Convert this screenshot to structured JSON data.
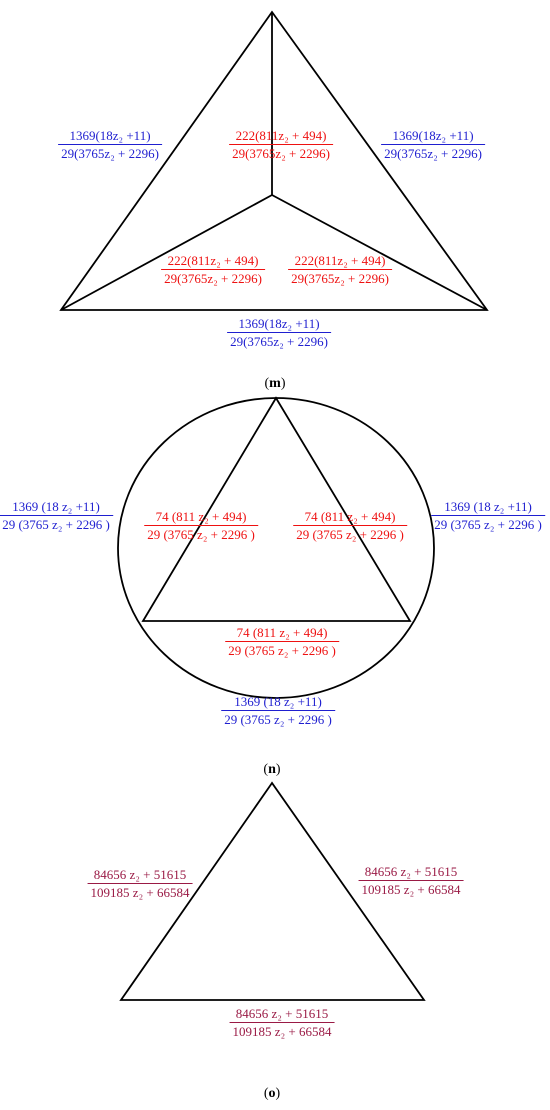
{
  "colors": {
    "blue": "#1f1fd0",
    "red": "#ee1111",
    "plum": "#9a1a45",
    "lines": "#000000"
  },
  "panel_m": {
    "caption": "m",
    "left_edge": {
      "num": "1369(18z₂ +11)",
      "den": "29(3765z₂ + 2296)"
    },
    "right_edge": {
      "num": "1369(18z₂ +11)",
      "den": "29(3765z₂ + 2296)"
    },
    "bottom_edge": {
      "num": "1369(18z₂ +11)",
      "den": "29(3765z₂ + 2296)"
    },
    "inner_top": {
      "num": "222(811z₂ + 494)",
      "den": "29(3765z₂ + 2296)"
    },
    "inner_left": {
      "num": "222(811z₂ + 494)",
      "den": "29(3765z₂ + 2296)"
    },
    "inner_right": {
      "num": "222(811z₂ + 494)",
      "den": "29(3765z₂ + 2296)"
    }
  },
  "panel_n": {
    "caption": "n",
    "arc_left": {
      "num": "1369 (18 z₂ +11)",
      "den": "29 (3765 z₂ + 2296 )"
    },
    "arc_right": {
      "num": "1369 (18 z₂ +11)",
      "den": "29 (3765 z₂ + 2296 )"
    },
    "arc_bottom": {
      "num": "1369 (18 z₂ +11)",
      "den": "29 (3765 z₂ + 2296 )"
    },
    "side_left": {
      "num": "74 (811 z₂ + 494)",
      "den": "29 (3765 z₂ + 2296 )"
    },
    "side_right": {
      "num": "74 (811 z₂ + 494)",
      "den": "29 (3765 z₂ + 2296 )"
    },
    "side_bottom": {
      "num": "74 (811 z₂ + 494)",
      "den": "29 (3765 z₂ + 2296 )"
    }
  },
  "panel_o": {
    "caption": "o",
    "left_edge": {
      "num": "84656 z₂ + 51615",
      "den": "109185 z₂ + 66584"
    },
    "right_edge": {
      "num": "84656 z₂ + 51615",
      "den": "109185 z₂ + 66584"
    },
    "bottom_edge": {
      "num": "84656 z₂ + 51615",
      "den": "109185 z₂ + 66584"
    }
  }
}
